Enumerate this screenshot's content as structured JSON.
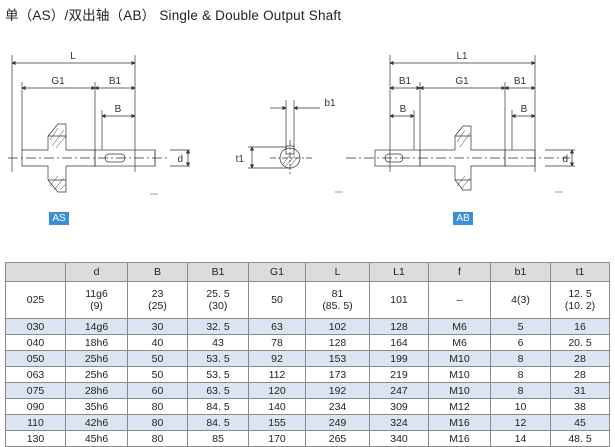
{
  "title": "单（AS）/双出轴（AB） Single & Double Output Shaft",
  "drawing": {
    "as_label": "AS",
    "ab_label": "AB",
    "dims_as": {
      "L": "L",
      "G1": "G1",
      "B1": "B1",
      "B": "B",
      "d": "d"
    },
    "dims_key": {
      "b1": "b1",
      "t1": "t1"
    },
    "dims_ab": {
      "L1": "L1",
      "B1_left": "B1",
      "G1": "G1",
      "B1_right": "B1",
      "B_left": "B",
      "B_right": "B",
      "d": "d"
    }
  },
  "table": {
    "headers": [
      "",
      "d",
      "B",
      "B1",
      "G1",
      "L",
      "L1",
      "f",
      "b1",
      "t1"
    ],
    "first_row": {
      "size": "025",
      "d": [
        "11g6",
        "(9)"
      ],
      "B": [
        "23",
        "(25)"
      ],
      "B1": [
        "25. 5",
        "(30)"
      ],
      "G1": "50",
      "L": [
        "81",
        "(85. 5)"
      ],
      "L1": "101",
      "f": "–",
      "b1": "4(3)",
      "t1": [
        "12. 5",
        "(10. 2)"
      ]
    },
    "rows": [
      [
        "030",
        "14g6",
        "30",
        "32. 5",
        "63",
        "102",
        "128",
        "M6",
        "5",
        "16"
      ],
      [
        "040",
        "18h6",
        "40",
        "43",
        "78",
        "128",
        "164",
        "M6",
        "6",
        "20. 5"
      ],
      [
        "050",
        "25h6",
        "50",
        "53. 5",
        "92",
        "153",
        "199",
        "M10",
        "8",
        "28"
      ],
      [
        "063",
        "25h6",
        "50",
        "53. 5",
        "112",
        "173",
        "219",
        "M10",
        "8",
        "28"
      ],
      [
        "075",
        "28h6",
        "60",
        "63. 5",
        "120",
        "192",
        "247",
        "M10",
        "8",
        "31"
      ],
      [
        "090",
        "35h6",
        "80",
        "84. 5",
        "140",
        "234",
        "309",
        "M12",
        "10",
        "38"
      ],
      [
        "110",
        "42h6",
        "80",
        "84. 5",
        "155",
        "249",
        "324",
        "M16",
        "12",
        "45"
      ],
      [
        "130",
        "45h6",
        "80",
        "85",
        "170",
        "265",
        "340",
        "M16",
        "14",
        "48. 5"
      ]
    ]
  }
}
